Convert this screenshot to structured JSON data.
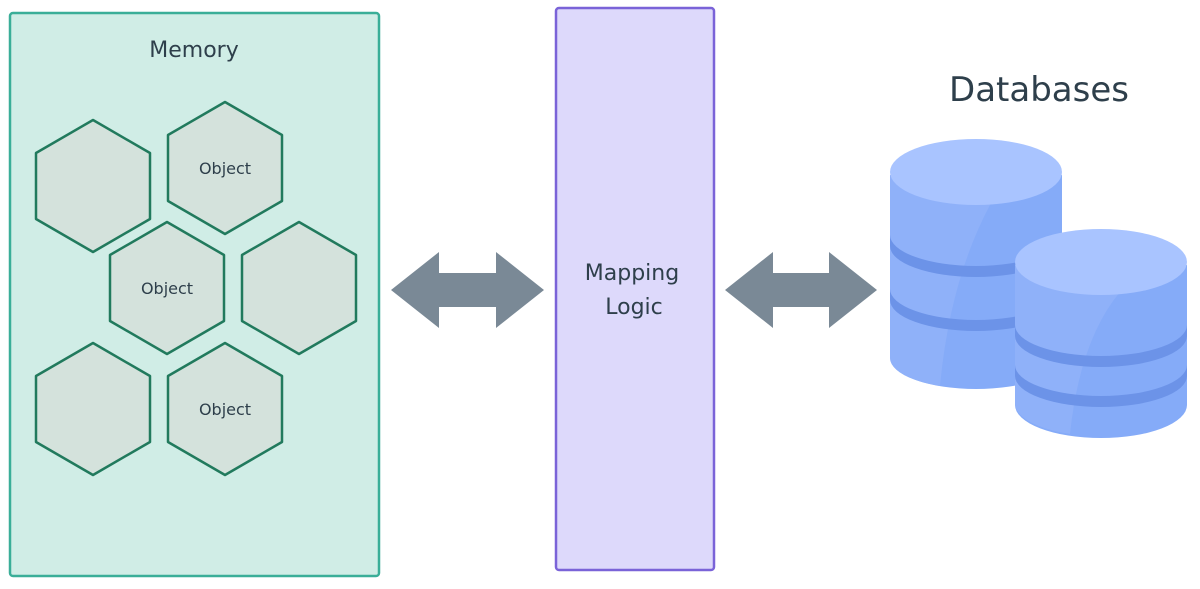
{
  "memory": {
    "title": "Memory",
    "objects": [
      {
        "label": ""
      },
      {
        "label": "Object"
      },
      {
        "label": "Object"
      },
      {
        "label": ""
      },
      {
        "label": ""
      },
      {
        "label": "Object"
      }
    ]
  },
  "mapping": {
    "line1": "Mapping",
    "line2": "Logic"
  },
  "databases": {
    "title": "Databases"
  },
  "colors": {
    "memory_fill": "#d0ede6",
    "memory_border": "#3aae98",
    "hex_fill": "#d4e2dc",
    "hex_stroke": "#217a5d",
    "mapping_fill": "#ddd9fb",
    "mapping_border": "#7a63d8",
    "arrow": "#7a8996",
    "database": "#85abf8"
  }
}
